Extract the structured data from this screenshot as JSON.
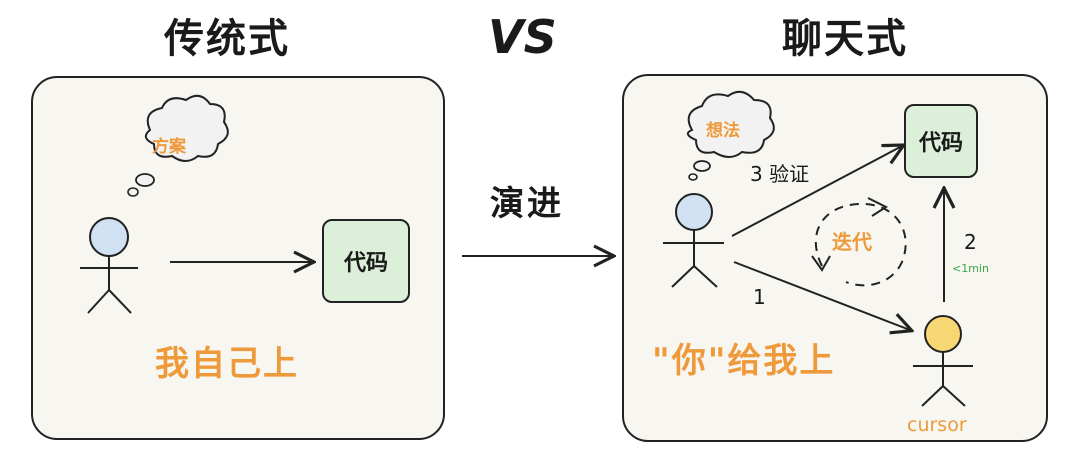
{
  "left": {
    "title": "传统式",
    "thought": "方案",
    "code": "代码",
    "caption": "我自己上"
  },
  "vs": "VS",
  "evolution": "演进",
  "right": {
    "title": "聊天式",
    "thought": "想法",
    "code": "代码",
    "step3": "3 验证",
    "iterate": "迭代",
    "step1": "1",
    "step2": "2",
    "step2_time": "<1min",
    "caption": "\"你\"给我上",
    "agent": "cursor"
  },
  "colors": {
    "orange": "#ef9a3a",
    "person_head": "#cfe1f2",
    "cursor_head": "#f7d774",
    "code_box": "#dcefd8",
    "green_text": "#3aa648"
  }
}
